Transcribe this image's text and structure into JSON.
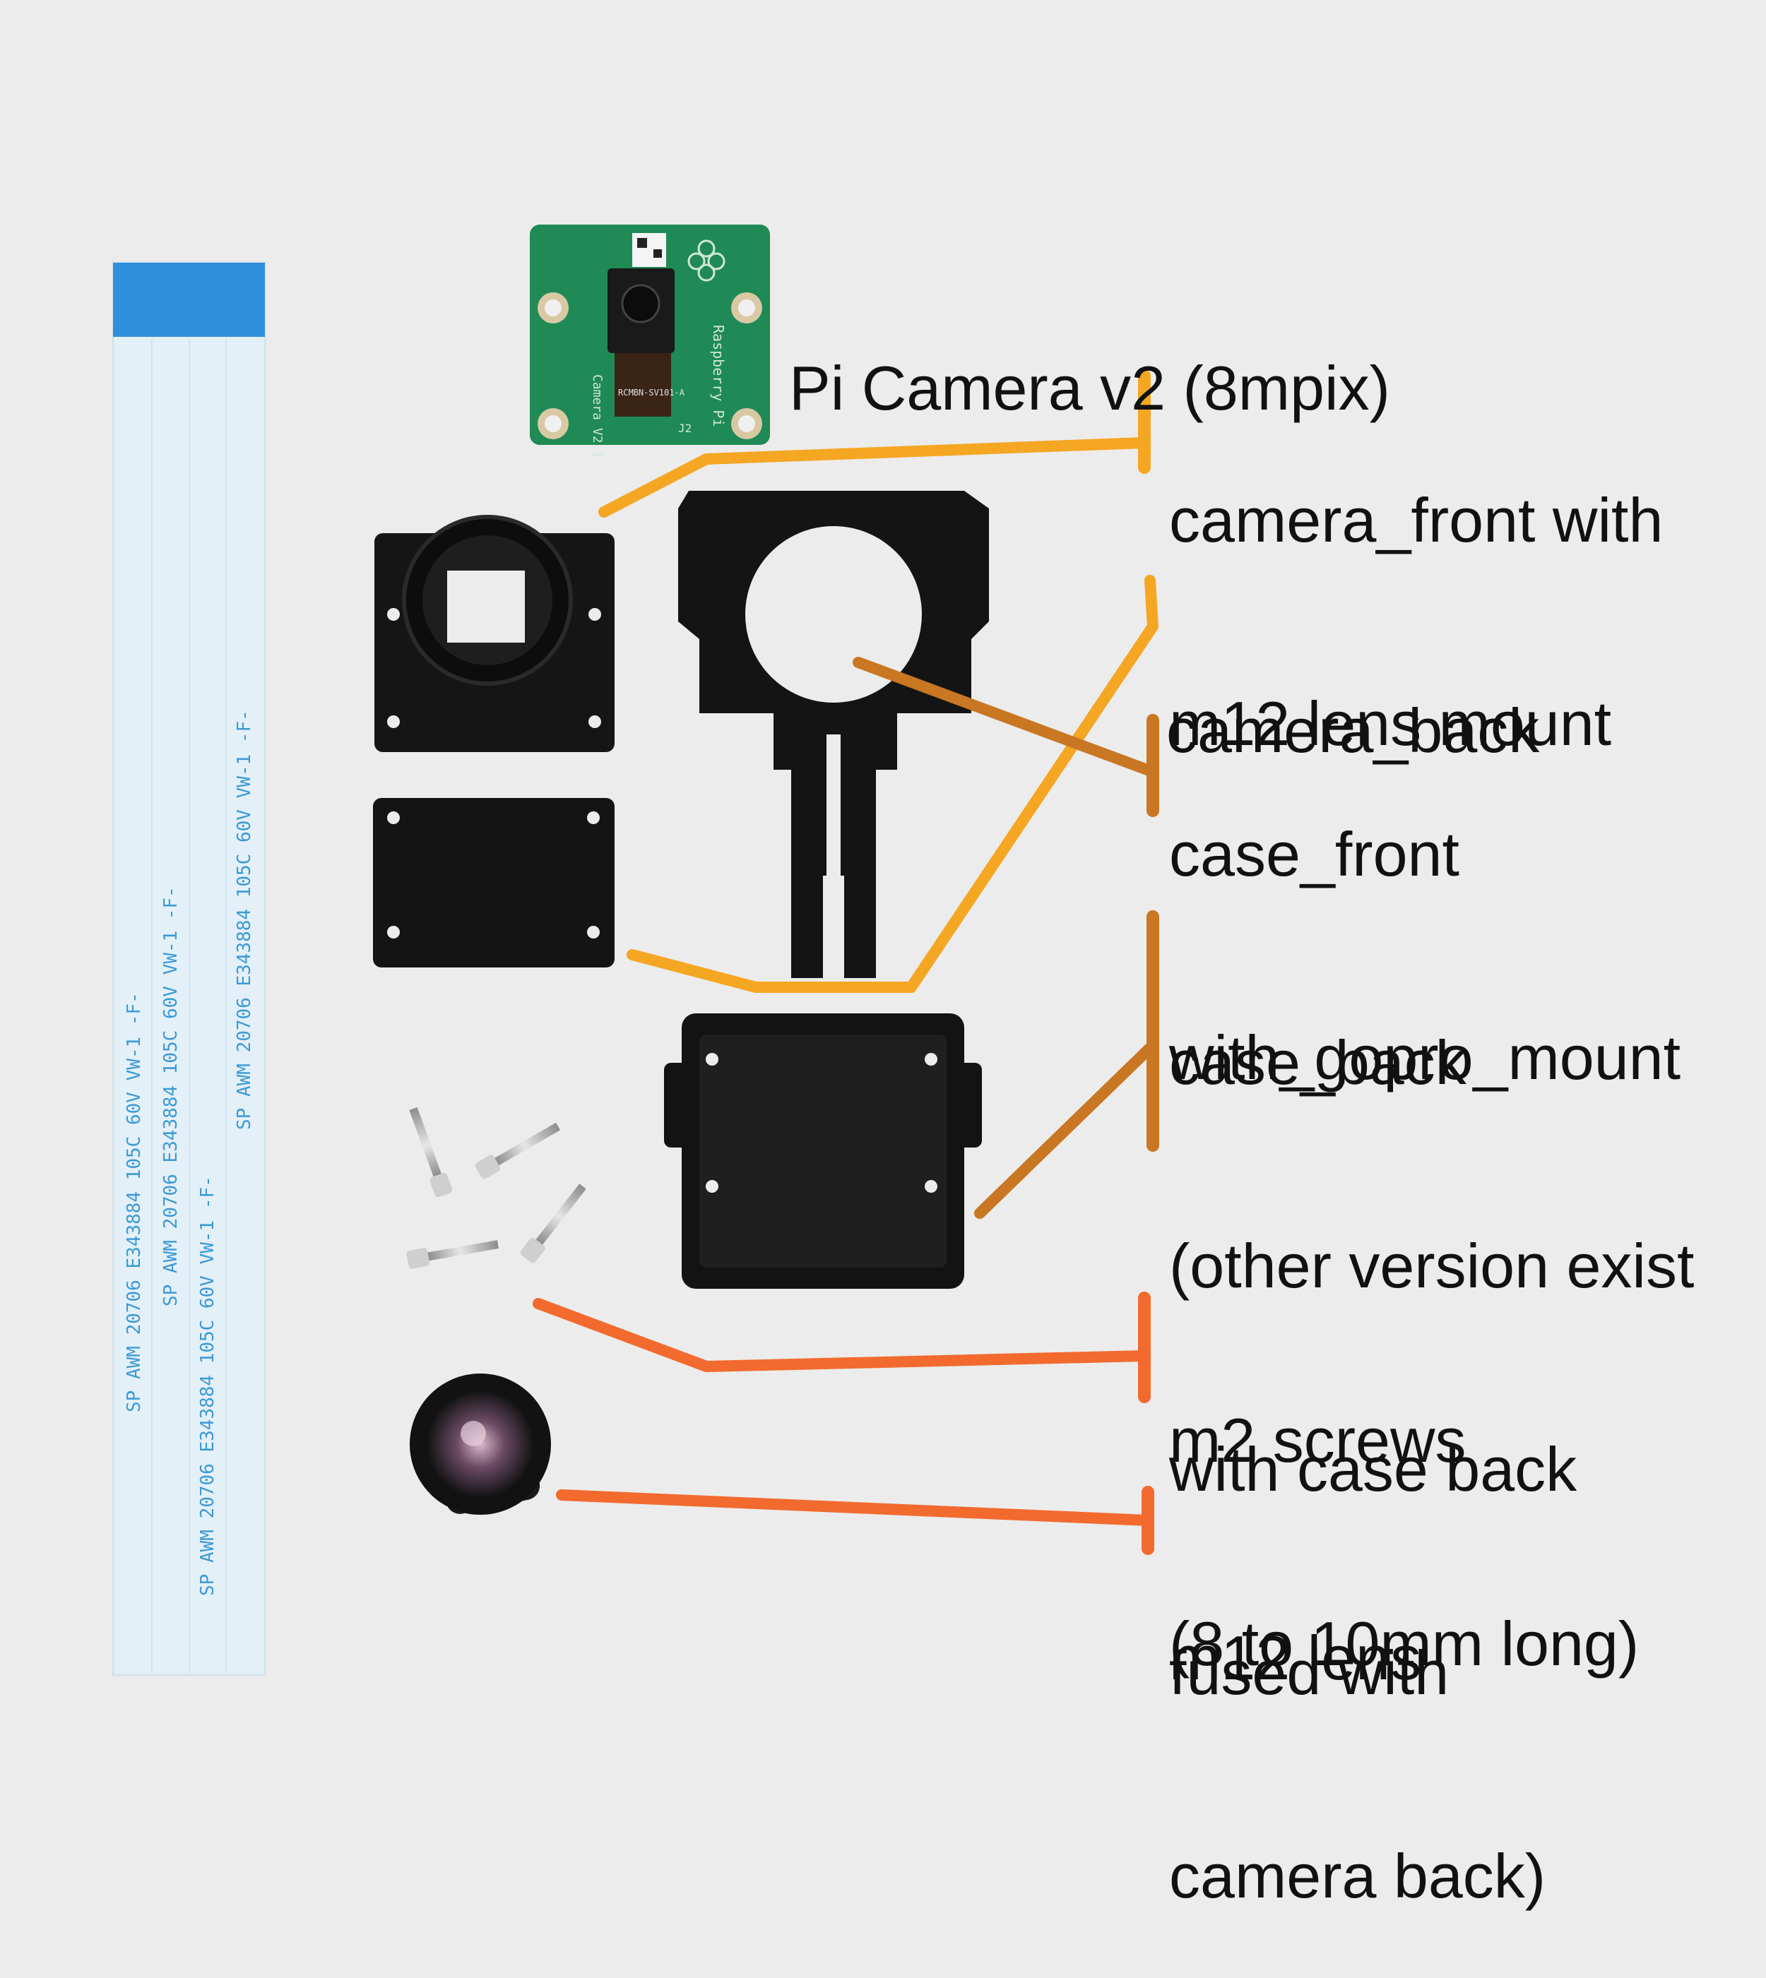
{
  "labels": {
    "pi_camera": "Pi Camera v2 (8mpix)",
    "camera_front": [
      "camera_front with",
      "m12 lens mount"
    ],
    "camera_back": "camera_back",
    "case_front": [
      "case_front",
      "with_gopro_mount"
    ],
    "case_back": [
      "case_back",
      "(other version exist",
      "with case back",
      "fused with",
      "camera back)"
    ],
    "m2_screws": [
      "m2 screws",
      "(8 to 10mm long)"
    ],
    "m12_lens": "m12 lens"
  },
  "pcb_texts": {
    "brand": "Raspberry Pi",
    "model": "Camera V2.1",
    "sensor": "RCMBN-SV101-A",
    "connector": "J2"
  },
  "ribbon_text": "SP AWM 20706 E343884 105C 60V VW-1 -F-",
  "colors": {
    "background": "#ececec",
    "leader_light": "#f5a623",
    "leader_mid": "#c97722",
    "leader_red": "#f26a2e",
    "pcb_green": "#1f8a55",
    "print_black": "#111111",
    "ribbon_blue": "#2e8fdc"
  }
}
